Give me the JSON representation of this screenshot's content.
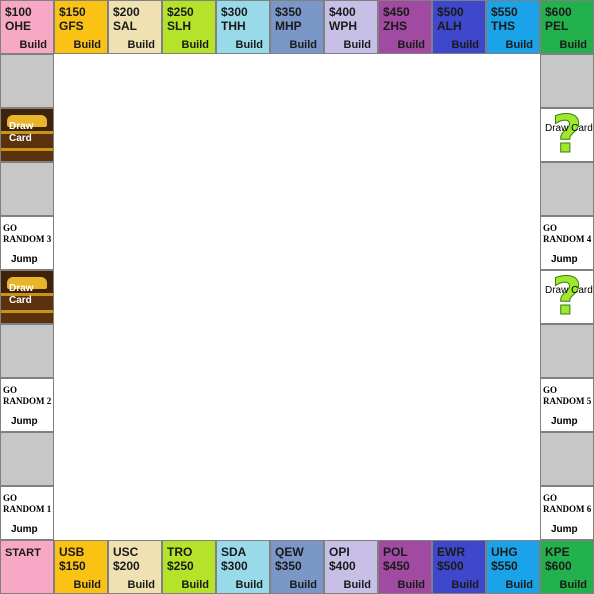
{
  "top": [
    {
      "price": "$100",
      "code": "OHE",
      "build": "Build",
      "color": "#f7a8c4"
    },
    {
      "price": "$150",
      "code": "GFS",
      "build": "Build",
      "color": "#fbc216"
    },
    {
      "price": "$200",
      "code": "SAL",
      "build": "Build",
      "color": "#efe1b2"
    },
    {
      "price": "$250",
      "code": "SLH",
      "build": "Build",
      "color": "#b5e32a"
    },
    {
      "price": "$300",
      "code": "THH",
      "build": "Build",
      "color": "#99daea"
    },
    {
      "price": "$350",
      "code": "MHP",
      "build": "Build",
      "color": "#7b97c8"
    },
    {
      "price": "$400",
      "code": "WPH",
      "build": "Build",
      "color": "#c8bfe6"
    },
    {
      "price": "$450",
      "code": "ZHS",
      "build": "Build",
      "color": "#a14aa2"
    },
    {
      "price": "$500",
      "code": "ALH",
      "build": "Build",
      "color": "#3f48cc"
    },
    {
      "price": "$550",
      "code": "THS",
      "build": "Build",
      "color": "#1aa3e8"
    },
    {
      "price": "$600",
      "code": "PEL",
      "build": "Build",
      "color": "#23b14d"
    }
  ],
  "bottom": [
    {
      "start": "START",
      "color": "#f7a8c4"
    },
    {
      "price": "$150",
      "code": "USB",
      "build": "Build",
      "color": "#fbc216"
    },
    {
      "price": "$200",
      "code": "USC",
      "build": "Build",
      "color": "#efe1b2"
    },
    {
      "price": "$250",
      "code": "TRO",
      "build": "Build",
      "color": "#b5e32a"
    },
    {
      "price": "$300",
      "code": "SDA",
      "build": "Build",
      "color": "#99daea"
    },
    {
      "price": "$350",
      "code": "QEW",
      "build": "Build",
      "color": "#7b97c8"
    },
    {
      "price": "$400",
      "code": "OPI",
      "build": "Build",
      "color": "#c8bfe6"
    },
    {
      "price": "$450",
      "code": "POL",
      "build": "Build",
      "color": "#a14aa2"
    },
    {
      "price": "$500",
      "code": "EWR",
      "build": "Build",
      "color": "#3f48cc"
    },
    {
      "price": "$550",
      "code": "UHG",
      "build": "Build",
      "color": "#1aa3e8"
    },
    {
      "price": "$600",
      "code": "KPE",
      "build": "Build",
      "color": "#23b14d"
    }
  ],
  "left": [
    {
      "type": "blank"
    },
    {
      "type": "chest",
      "text": "Draw Card",
      "icon": "treasure-chest-icon"
    },
    {
      "type": "blank"
    },
    {
      "type": "random",
      "text": "GO RANDOM 3",
      "jump": "Jump"
    },
    {
      "type": "chest",
      "text": "Draw Card",
      "icon": "treasure-chest-icon"
    },
    {
      "type": "blank"
    },
    {
      "type": "random",
      "text": "GO RANDOM 2",
      "jump": "Jump"
    },
    {
      "type": "blank"
    },
    {
      "type": "random",
      "text": "GO RANDOM 1",
      "jump": "Jump"
    }
  ],
  "right": [
    {
      "type": "blank"
    },
    {
      "type": "chance",
      "text": "Draw Card",
      "icon": "question-mark-icon"
    },
    {
      "type": "blank"
    },
    {
      "type": "random",
      "text": "GO RANDOM 4",
      "jump": "Jump"
    },
    {
      "type": "chance",
      "text": "Draw Card",
      "icon": "question-mark-icon"
    },
    {
      "type": "blank"
    },
    {
      "type": "random",
      "text": "GO RANDOM 5",
      "jump": "Jump"
    },
    {
      "type": "blank"
    },
    {
      "type": "random",
      "text": "GO RANDOM 6",
      "jump": "Jump"
    }
  ]
}
